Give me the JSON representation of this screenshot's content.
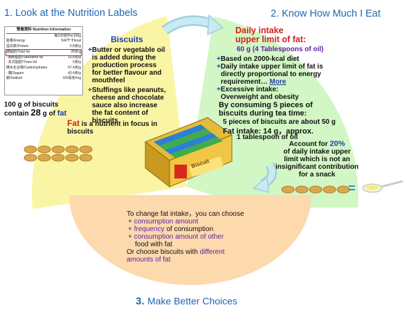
{
  "steps": {
    "look": "1. Look at the Nutrition Labels",
    "know": "2. Know How Much I Eat",
    "choose_num": "3.",
    "choose_label": "Make Better Choices"
  },
  "nutrition_label": {
    "title": "營養資料 Nutrition Information",
    "per": "每100克/Per100g",
    "rows": [
      {
        "name": "能量/Energy",
        "value": "540千卡/kcal"
      },
      {
        "name": "蛋白質/Protein",
        "value": "5.8克/g"
      },
      {
        "name": "總脂肪/Total fat",
        "value": "28克/g"
      },
      {
        "name": "- 飽和脂肪/Saturated fat",
        "value": "16.8克/g"
      },
      {
        "name": "- 反式脂肪/Trans fat",
        "value": "0克/g"
      },
      {
        "name": "碳水化合物/Carbohydrates",
        "value": "67.4克/g"
      },
      {
        "name": "- 糖/Sugars",
        "value": "43.4克/g"
      },
      {
        "name": "鈉/Sodium",
        "value": "160毫克/mg"
      }
    ]
  },
  "left_panel": {
    "per_label_1": "100 g of biscuits",
    "per_label_2": "contain",
    "per_amount": "28",
    "per_unit": "g of",
    "per_nutrient": "fat"
  },
  "biscuits_panel": {
    "heading": "Biscuits",
    "bullet1": "Butter or vegetable oil is added during the production process for better flavour and mouthfeel",
    "bullet2": "Stuffings like peanuts, cheese and chocolate sauce also increase the fat content of biscuits",
    "focus_word": "Fat",
    "focus_rest": "is a nutrient in focus in biscuits"
  },
  "intake_panel": {
    "title_1": "Daily intake",
    "title_2": "upper limit of fat:",
    "amount": "60 g (4 Tablespoons of oil)",
    "bullet1": "Based on 2000-kcal diet",
    "bullet2": "Daily intake upper limit of fat is directly proportional to energy requirement…",
    "more_link": "More",
    "bullet3_1": "Excessive intake:",
    "bullet3_2": "Overweight and obesity",
    "consume_1": "By consuming 5 pieces of",
    "consume_2": "biscuits during tea time:",
    "pieces": "5 pieces of biscuits are about 50 g",
    "fat_intake": "Fat intake: 14 g，approx.",
    "tablespoon": "1 tablespoon of oil",
    "account_1": "Account for",
    "account_pct": "20%",
    "account_2": "of daily intake upper",
    "account_3": "limit which is not an",
    "account_4": "insignificant contribution",
    "account_5": "for a snack",
    "equals": "="
  },
  "choices_panel": {
    "intro": "To change fat intake，you can choose",
    "opt1": "consumption amount",
    "opt2": "frequency",
    "opt2_rest": "of consumption",
    "opt3_1": "consumption amount of other",
    "opt3_2": "food with fat",
    "or_line": "Or choose biscuits with",
    "diff": "different",
    "amounts": "amounts of fat"
  },
  "package": {
    "brand": "Biscuit"
  },
  "colors": {
    "yellow_sector": "#faf5a4",
    "green_sector": "#d2f6c4",
    "orange_sector": "#fdd9ae",
    "arrow": "#bfe5ec",
    "biscuit": "#d9a84e",
    "title_blue": "#1f66b5",
    "red": "#d4201c"
  }
}
